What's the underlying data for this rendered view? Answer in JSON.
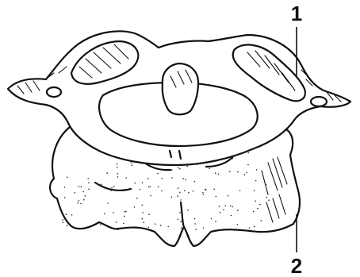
{
  "callouts": [
    {
      "number": "1",
      "target": "atlas"
    },
    {
      "number": "2",
      "target": "axis"
    }
  ]
}
